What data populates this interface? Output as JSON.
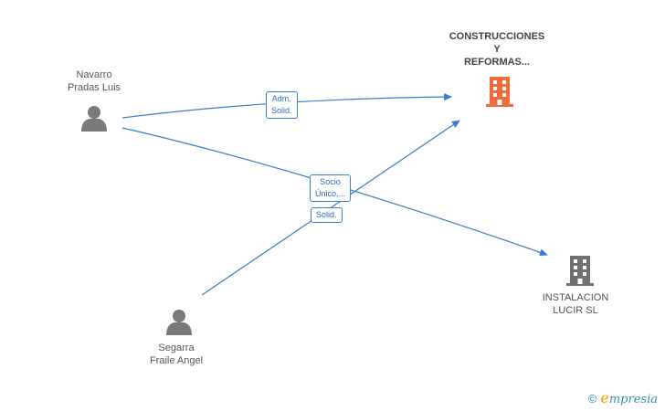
{
  "colors": {
    "edge": "#3a7ec8",
    "person_icon": "#7a7a7a",
    "main_company_icon": "#f06a3c",
    "company_icon": "#707070"
  },
  "nodes": {
    "main_company": {
      "line1": "CONSTRUCCIONES",
      "line2": "Y",
      "line3": "REFORMAS...",
      "icon": "building-icon"
    },
    "person_navarro": {
      "line1": "Navarro",
      "line2": "Pradas Luis",
      "icon": "person-icon"
    },
    "person_segarra": {
      "line1": "Segarra",
      "line2": "Fraile Angel",
      "icon": "person-icon"
    },
    "company_instalacion": {
      "line1": "INSTALACION",
      "line2": "LUCIR SL",
      "icon": "building-icon"
    }
  },
  "edges": {
    "adm_solid": {
      "line1": "Adm.",
      "line2": "Solid."
    },
    "socio_unico": {
      "line1": "Socio",
      "line2": "Único,..."
    },
    "solid": {
      "line1": "Solid."
    }
  },
  "brand": {
    "copyright": "©",
    "e_letter": "e",
    "rest": "mpresia"
  }
}
